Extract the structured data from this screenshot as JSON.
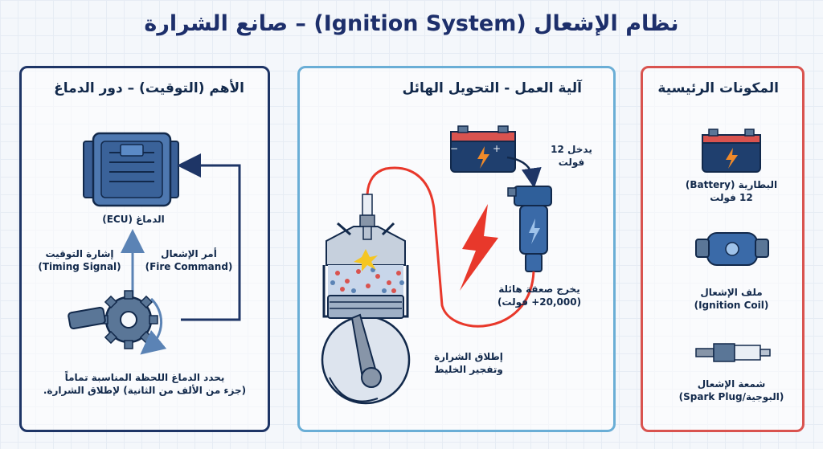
{
  "title": "نظام الإشعال (Ignition System) – صانع الشرارة",
  "panels": {
    "left": {
      "title": "الأهم (التوقيت) – دور الدماغ",
      "ecu_label": "الدماغ (ECU)",
      "timing_line1": "إشارة التوقيت",
      "timing_line2": "(Timing Signal)",
      "fire_line1": "أمر الإشعال",
      "fire_line2": "(Fire Command)",
      "footer_line1": "يحدد الدماغ اللحظة المناسبة تماماً",
      "footer_line2": "(جزء من الألف من الثانية) لإطلاق الشرارة."
    },
    "middle": {
      "title": "آلية العمل - التحويل الهائل",
      "input_line1": "يدخل 12",
      "input_line2": "فولت",
      "output_line1": "يخرج صعقة هائلة",
      "output_line2": "(20,000+ فولت)",
      "spark_line1": "إطلاق الشرارة",
      "spark_line2": "وتفجير الخليط"
    },
    "right": {
      "title": "المكونات الرئيسية",
      "battery_line1": "البطارية (Battery)",
      "battery_line2": "12 فولت",
      "coil_line1": "ملف الإشعال",
      "coil_line2": "(Ignition Coil)",
      "plug_line1": "شمعة الإشعال",
      "plug_line2": "(البوجية/Spark Plug)"
    }
  },
  "colors": {
    "navy": "#1e3566",
    "sky": "#6aaed6",
    "red": "#d9534f",
    "spark_red": "#e8382b",
    "spark_yellow": "#f5c623",
    "steel": "#4a6a8f"
  },
  "icons": [
    "ecu-icon",
    "crank-sensor-icon",
    "battery-icon",
    "ignition-coil-icon",
    "spark-plug-icon",
    "engine-cylinder-icon",
    "lightning-bolt-icon"
  ]
}
